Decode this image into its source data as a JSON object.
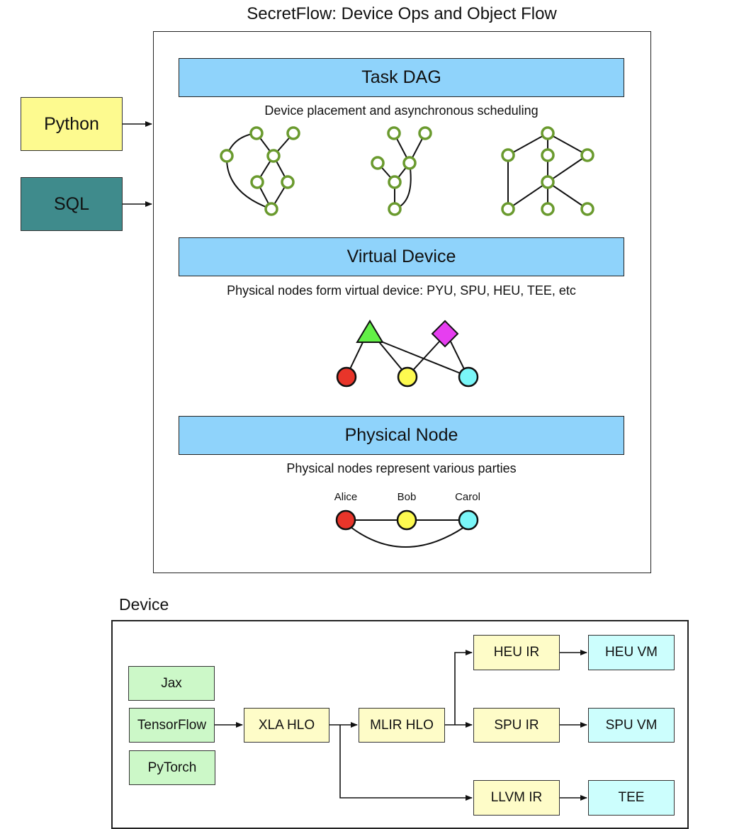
{
  "title": "SecretFlow: Device Ops and Object Flow",
  "inputs": [
    {
      "label": "Python",
      "color": "#fdfa8f"
    },
    {
      "label": "SQL",
      "color": "#3f8b8c"
    }
  ],
  "layers": [
    {
      "label": "Task DAG",
      "caption": "Device placement and asynchronous scheduling"
    },
    {
      "label": "Virtual Device",
      "caption": "Physical nodes form virtual device: PYU, SPU, HEU, TEE, etc"
    },
    {
      "label": "Physical Node",
      "caption": "Physical nodes represent various parties"
    }
  ],
  "parties": [
    {
      "name": "Alice",
      "color": "#e8352a"
    },
    {
      "name": "Bob",
      "color": "#fdfa50"
    },
    {
      "name": "Carol",
      "color": "#7af6f8"
    }
  ],
  "virtual_devices": [
    {
      "shape": "triangle",
      "color": "#62f046"
    },
    {
      "shape": "diamond",
      "color": "#e63ef0"
    }
  ],
  "dag_node_color": "#6a9a2e",
  "band_color": "#8fd3fb",
  "device": {
    "title": "Device",
    "frontends": [
      "Jax",
      "TensorFlow",
      "PyTorch"
    ],
    "ir": [
      "XLA HLO",
      "MLIR HLO"
    ],
    "backends_ir": [
      "HEU IR",
      "SPU IR",
      "LLVM IR"
    ],
    "runtimes": [
      "HEU VM",
      "SPU VM",
      "TEE"
    ]
  }
}
